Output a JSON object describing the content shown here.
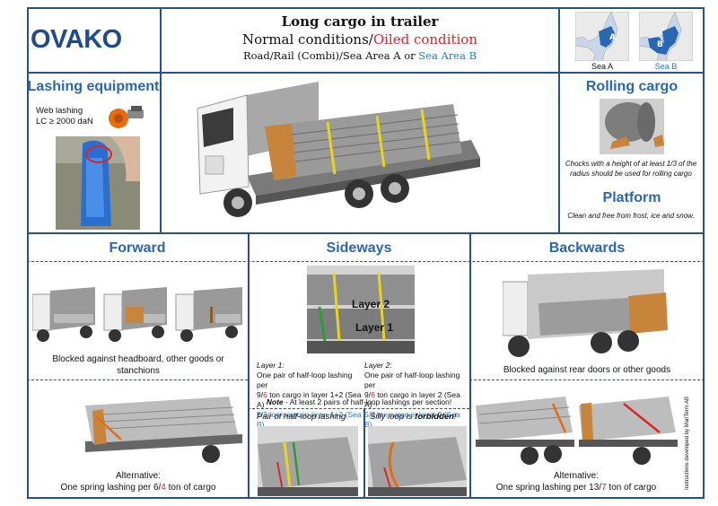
{
  "header": {
    "logo": "OVAKO",
    "title": "Long cargo in trailer",
    "subtitle_normal": "Normal conditions/",
    "subtitle_oiled": "Oiled condition",
    "road_line": "Road/Rail (Combi)/Sea Area A or ",
    "road_line_b": "Sea Area B",
    "map_a_label": "Sea A",
    "map_b_label": "Sea B",
    "map_a_letter": "A",
    "map_b_letter": "B"
  },
  "lashing": {
    "title": "Lashing equipment",
    "web_lashing": "Web lashing",
    "lc": "LC ≥ 2000 daN"
  },
  "rolling": {
    "title": "Rolling cargo",
    "text": "Chocks with a height of at least 1/3 of the radius should be used for rolling cargo",
    "platform_title": "Platform",
    "platform_text": "Clean and free from frost, ice and snow."
  },
  "forward": {
    "title": "Forward",
    "caption": "Blocked against headboard, other goods or stanchions",
    "alt_label": "Alternative:",
    "alt_prefix": "One spring lashing per ",
    "alt_a": "6",
    "alt_sep": "/",
    "alt_b": "4",
    "alt_suffix": " ton of cargo"
  },
  "sideways": {
    "title": "Sideways",
    "layer2_label": "Layer 2",
    "layer1_label": "Layer 1",
    "l1_head": "Layer 1:",
    "l1_text": "One pair of half-loop lashing per",
    "l1_a_pre": "9/",
    "l1_a_red": "6",
    "l1_a_post": " ton cargo in layer 1+2 (Sea A)",
    "l1_b": "5/3 ton cargo in layer 1+2 (Sea B)",
    "l2_head": "Layer 2:",
    "l2_text": "One pair of half-loop lashing per",
    "l2_a_pre": "9/",
    "l2_a_red": "6",
    "l2_a_post": " ton cargo in layer 2 (Sea A)",
    "l2_b": "5/3 ton cargo in layer 2 (Sea B)",
    "note_bold": "Note",
    "note_text": " - At least 2 pairs of half-loop lashings per section!",
    "pair_label": "Pair of half-loop lashing",
    "silly_pre": "Silly loop is ",
    "silly_bold": "forbidden",
    "silly_post": "!"
  },
  "backwards": {
    "title": "Backwards",
    "caption": "Blocked against rear doors or other goods",
    "alt_label": "Alternative:",
    "alt_prefix": "One spring lashing per ",
    "alt_a": "13",
    "alt_sep": "/",
    "alt_b": "7",
    "alt_suffix": " ton of cargo",
    "credit": "Instructions developed by MariTerm AB"
  },
  "colors": {
    "frame": "#2a4f8a",
    "blue": "#2a67b2",
    "red": "#d8262b",
    "green": "#2e9a3a"
  }
}
